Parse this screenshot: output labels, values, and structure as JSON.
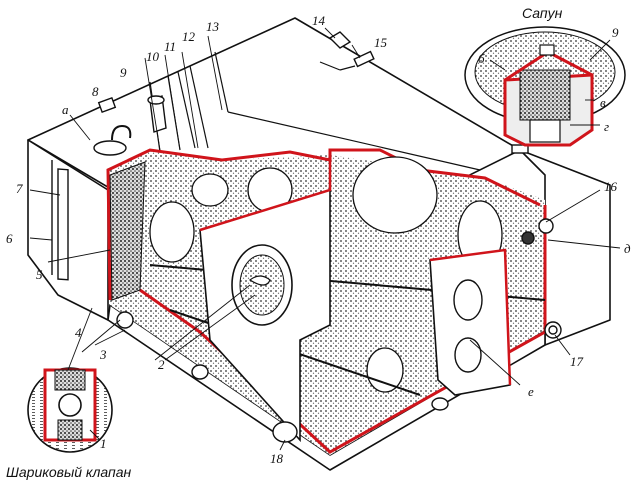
{
  "captions": {
    "breather": "Сапун",
    "ball_valve": "Шариковый клапан"
  },
  "callouts": [
    "1",
    "2",
    "3",
    "4",
    "5",
    "6",
    "7",
    "8",
    "9",
    "10",
    "11",
    "12",
    "13",
    "14",
    "15",
    "16",
    "17",
    "18"
  ],
  "letters": {
    "a": "а",
    "b": "б",
    "v": "в",
    "g": "г",
    "d": "д",
    "e": "е"
  },
  "breather_callout": "9",
  "colors": {
    "cut_edge": "#d0141b",
    "line": "#111111",
    "stipple": "#555555",
    "paper": "#ffffff"
  }
}
